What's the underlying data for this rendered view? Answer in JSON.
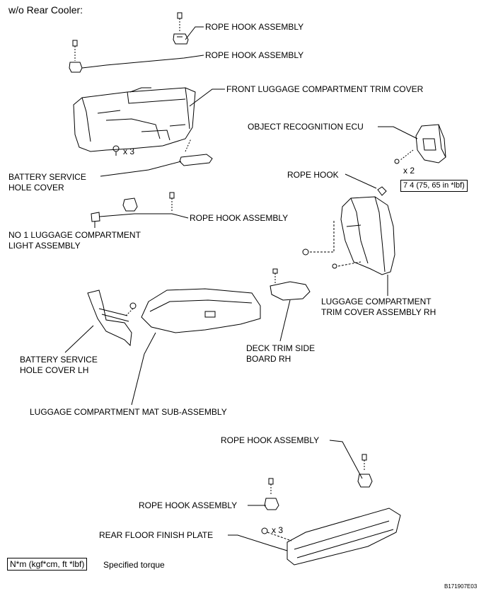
{
  "title": "w/o Rear Cooler:",
  "labels": {
    "rope_hook_assembly_1": "ROPE HOOK ASSEMBLY",
    "rope_hook_assembly_2": "ROPE HOOK ASSEMBLY",
    "front_trim_cover": "FRONT LUGGAGE COMPARTMENT TRIM COVER",
    "object_recognition_ecu": "OBJECT RECOGNITION ECU",
    "screw_qty_x3_upper": "x 3",
    "screw_qty_x2": "x 2",
    "torque_value": "7 4 (75, 65 in *lbf)",
    "battery_cover_line1": "BATTERY SERVICE",
    "battery_cover_line2": "HOLE COVER",
    "rope_hook": "ROPE HOOK",
    "rope_hook_assembly_3": "ROPE HOOK ASSEMBLY",
    "no1_light_line1": "NO  1 LUGGAGE COMPARTMENT",
    "no1_light_line2": "LIGHT ASSEMBLY",
    "trim_rh_line1": "LUGGAGE COMPARTMENT",
    "trim_rh_line2": "TRIM COVER ASSEMBLY RH",
    "battery_cover_lh_line1": "BATTERY SERVICE",
    "battery_cover_lh_line2": "HOLE COVER LH",
    "deck_trim_line1": "DECK TRIM SIDE",
    "deck_trim_line2": "BOARD RH",
    "mat": "LUGGAGE COMPARTMENT MAT SUB-ASSEMBLY",
    "rope_hook_assembly_4": "ROPE HOOK ASSEMBLY",
    "rope_hook_assembly_5": "ROPE HOOK ASSEMBLY",
    "rear_floor_plate": "REAR FLOOR FINISH PLATE",
    "screw_qty_x3_lower": "x 3"
  },
  "legend": {
    "box": "N*m (kgf*cm, ft *lbf)",
    "text": "Specified torque"
  },
  "figure_code": "B171907E03"
}
